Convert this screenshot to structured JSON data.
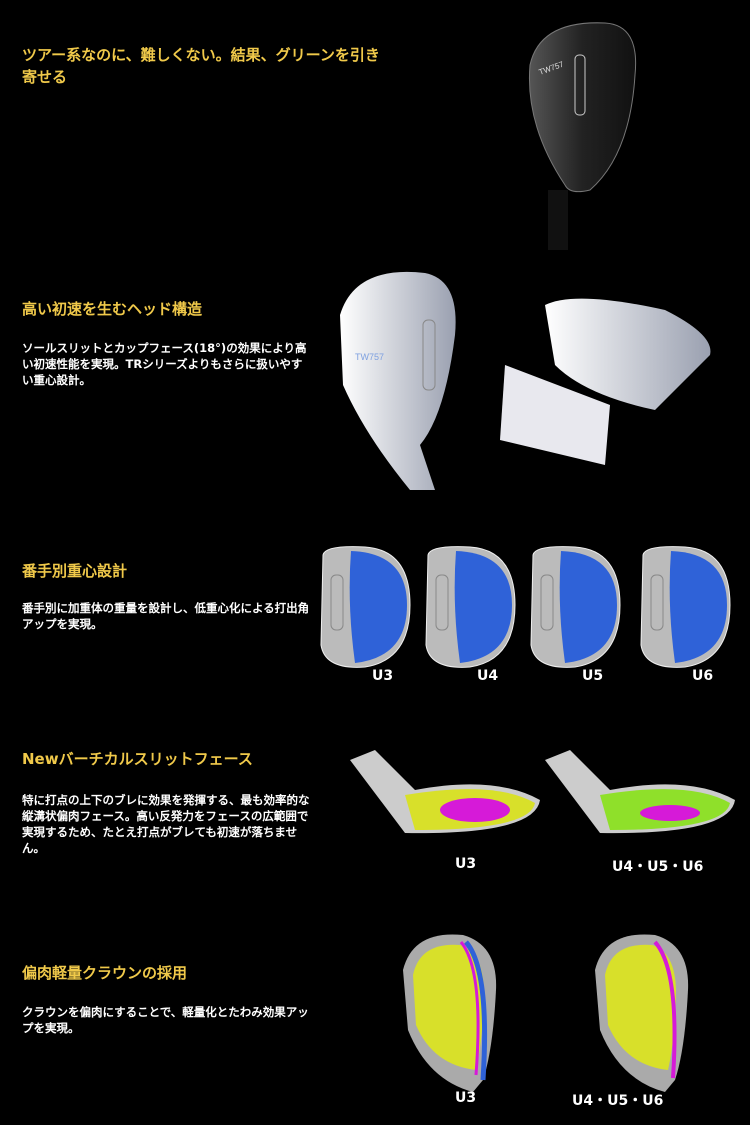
{
  "sections": [
    {
      "title": "ツアー系なのに、難しくない。結果、グリーンを引き寄せる",
      "model": "TW757"
    },
    {
      "title": "高い初速を生むヘッド構造",
      "body": "ソールスリットとカップフェース(18°)の効果により高い初速性能を実現。TRシリーズよりもさらに扱いやすい重心設計。",
      "model": "TW757"
    },
    {
      "title": "番手別重心設計",
      "body": "番手別に加重体の重量を設計し、低重心化による打出角アップを実現。",
      "labels": [
        "U3",
        "U4",
        "U5",
        "U6"
      ]
    },
    {
      "title": "Newバーチカルスリットフェース",
      "body": "特に打点の上下のブレに効果を発揮する、最も効率的な縦溝状偏肉フェース。高い反発力をフェースの広範囲で実現するため、たとえ打点がブレても初速が落ちません。",
      "labels": [
        "U3",
        "U4・U5・U6"
      ]
    },
    {
      "title": "偏肉軽量クラウンの採用",
      "body": "クラウンを偏肉にすることで、軽量化とたわみ効果アップを実現。",
      "labels": [
        "U3",
        "U4・U5・U6"
      ]
    }
  ],
  "colors": {
    "heading": "#f0c94a",
    "weight": "#2f62d8",
    "face_yellow": "#d8e02a",
    "face_magenta": "#d61ad8",
    "face_green": "#8fe02a"
  }
}
